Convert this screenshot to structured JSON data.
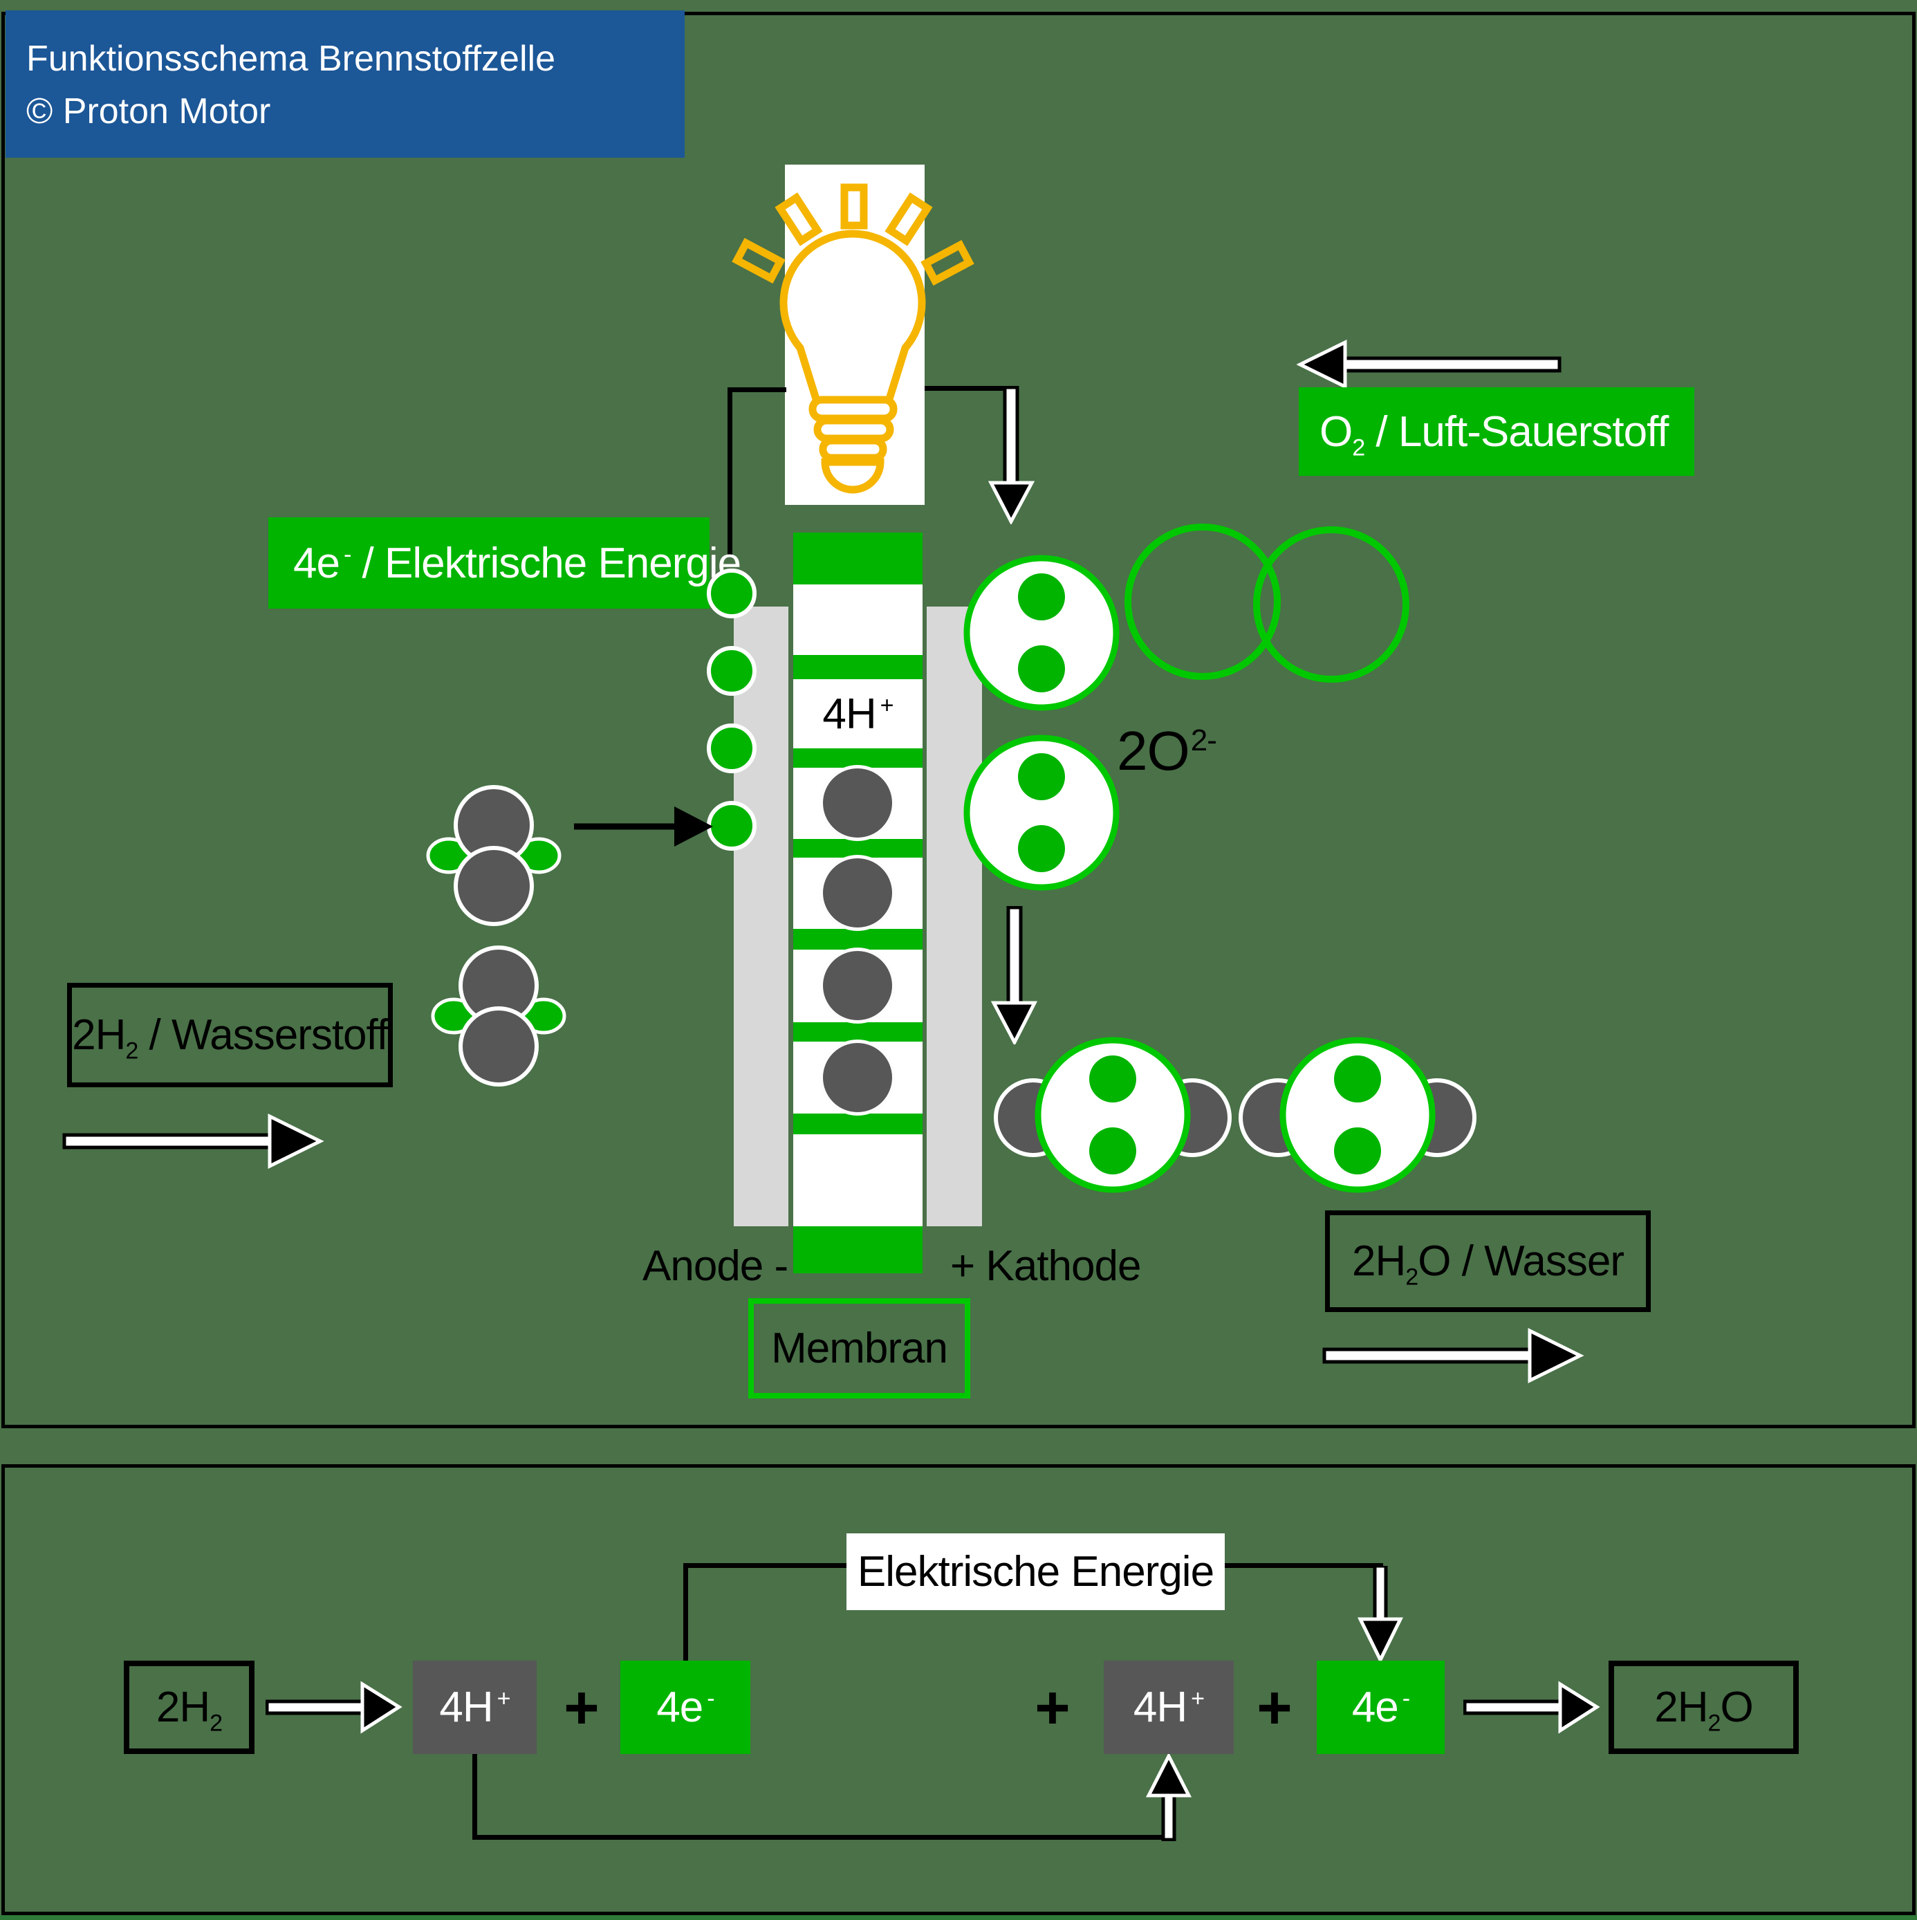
{
  "banner": {
    "title": "Funktionsschema Brennstoffzelle",
    "copyright": "© Proton Motor"
  },
  "colors": {
    "background_green": "#4a7148",
    "accent_green": "#00b400",
    "outline_green": "#00c800",
    "banner_blue": "#1c5797",
    "bulb_yellow": "#f5b500",
    "dark_gray": "#575757",
    "light_gray": "#d8d8d8"
  },
  "icons": {
    "light_bulb": "light-bulb-icon",
    "arrows": [
      "down-arrow-icon",
      "left-arrow-icon",
      "right-arrow-icon",
      "up-arrow-icon"
    ],
    "molecules": [
      "hydrogen-molecule-icon",
      "oxygen-molecule-icon",
      "water-molecule-icon",
      "electron-dot-icon",
      "proton-circle-icon"
    ]
  },
  "diagram": {
    "electric_label": {
      "base": "4e",
      "sup": "-",
      "rest": " / Elektrische Energie"
    },
    "oxygen_label": {
      "base": "O",
      "sub": "2",
      "rest": " / Luft-Sauerstoff"
    },
    "hydrogen_label": {
      "base": "2H",
      "sub": "2",
      "rest": " / Wasserstoff"
    },
    "water_label": {
      "base": "2H",
      "sub": "2",
      "mid": "O",
      "rest": " / Wasser"
    },
    "proton_text": {
      "base": "4H",
      "sup": "+"
    },
    "oxygen_ion": {
      "base": "2O",
      "sup": "2-"
    },
    "anode": "Anode -",
    "kathode": "+ Kathode",
    "membrane": "Membran"
  },
  "equation": {
    "h2": {
      "base": "2H",
      "sub": "2"
    },
    "proton": {
      "base": "4H",
      "sup": "+"
    },
    "electron": {
      "base": "4e",
      "sup": "-"
    },
    "plus": "+",
    "h2o": {
      "base": "2H",
      "sub": "2",
      "mid": "O"
    },
    "energy": "Elektrische Energie"
  }
}
